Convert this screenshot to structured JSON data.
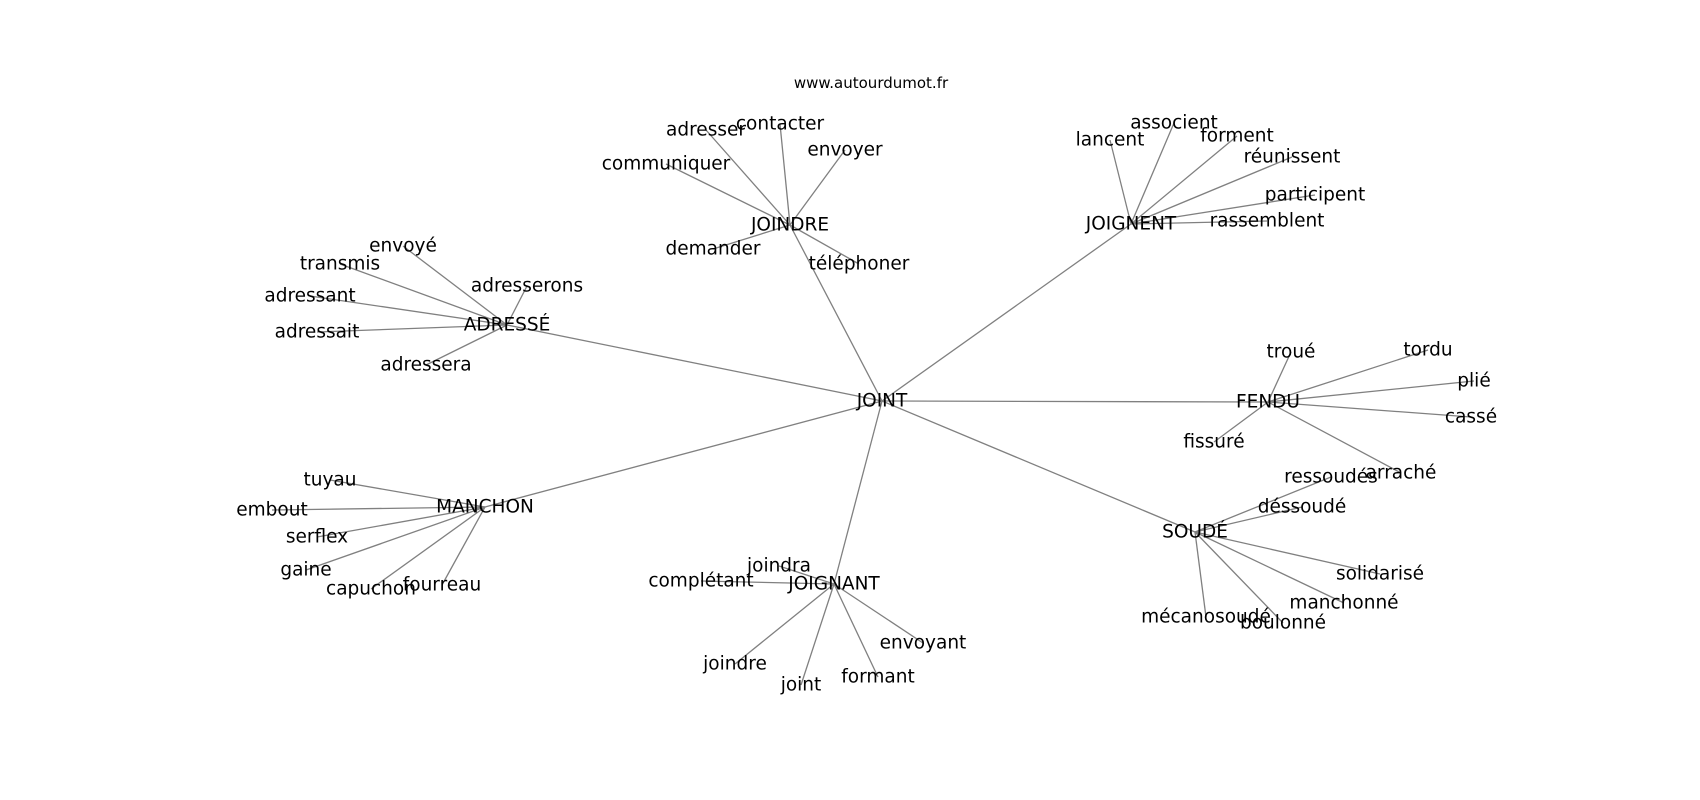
{
  "site": "www.autourdumot.fr",
  "center": "JOINT",
  "hubs": [
    {
      "id": "joindre",
      "label": "JOINDRE",
      "leaves": [
        "adresser",
        "contacter",
        "communiquer",
        "envoyer",
        "demander",
        "téléphoner"
      ]
    },
    {
      "id": "joignent",
      "label": "JOIGNENT",
      "leaves": [
        "lancent",
        "associent",
        "forment",
        "réunissent",
        "participent",
        "rassemblent"
      ]
    },
    {
      "id": "adresse",
      "label": "ADRESSÉ",
      "leaves": [
        "envoyé",
        "transmis",
        "adresserons",
        "adressant",
        "adressait",
        "adressera"
      ]
    },
    {
      "id": "fendu",
      "label": "FENDU",
      "leaves": [
        "troué",
        "tordu",
        "plié",
        "cassé",
        "fissuré",
        "arraché"
      ]
    },
    {
      "id": "manchon",
      "label": "MANCHON",
      "leaves": [
        "tuyau",
        "embout",
        "serflex",
        "gaine",
        "capuchon",
        "fourreau"
      ]
    },
    {
      "id": "joignant",
      "label": "JOIGNANT",
      "leaves": [
        "joindra",
        "complétant",
        "envoyant",
        "joindre",
        "joint",
        "formant"
      ]
    },
    {
      "id": "soude",
      "label": "SOUDÉ",
      "leaves": [
        "ressoudés",
        "déssoudé",
        "solidarisé",
        "manchonné",
        "mécanosoudé",
        "boulonné"
      ]
    }
  ]
}
